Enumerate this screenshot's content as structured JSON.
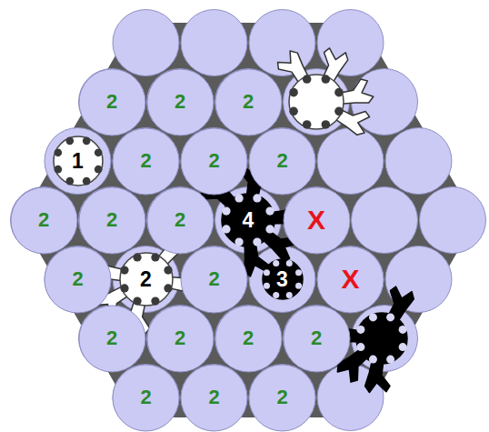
{
  "diagram": {
    "nodes": [
      {
        "text": [
          "2"
        ]
      },
      {
        "text": [
          "2"
        ]
      },
      {
        "text": [
          "2"
        ]
      },
      {
        "text": [
          "1"
        ]
      },
      {
        "text": [
          "2"
        ]
      },
      {
        "text": [
          "2"
        ]
      },
      {
        "text": [
          "2"
        ]
      },
      {
        "text": [
          "2"
        ]
      },
      {
        "text": [
          "2"
        ]
      },
      {
        "text": [
          "2"
        ]
      },
      {
        "text": [
          "4"
        ]
      },
      {
        "text": [
          "X"
        ]
      },
      {
        "text": [
          "2"
        ]
      },
      {
        "text": [
          "2"
        ]
      },
      {
        "text": [
          "2"
        ]
      },
      {
        "text": [
          "3"
        ]
      },
      {
        "text": [
          "X"
        ]
      },
      {
        "text": [
          "2"
        ]
      },
      {
        "text": [
          "2"
        ]
      },
      {
        "text": [
          "2"
        ]
      },
      {
        "text": [
          "2"
        ]
      },
      {
        "text": [
          "2"
        ]
      },
      {
        "text": [
          "2"
        ]
      },
      {
        "text": [
          "2"
        ]
      }
    ]
  }
}
